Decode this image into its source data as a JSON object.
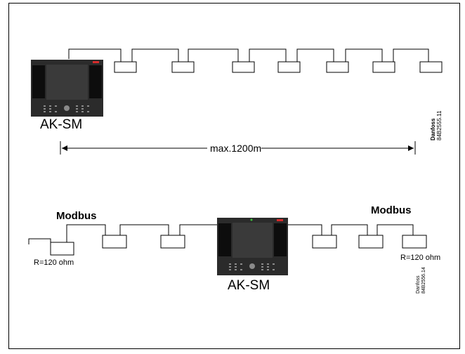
{
  "diagram_top": {
    "controller_label": "AK-SM",
    "distance_label": "max.1200m",
    "doc_ref_line1": "Danfoss",
    "doc_ref_line2": "84B2555.11"
  },
  "diagram_bottom": {
    "controller_label": "AK-SM",
    "bus_left_label": "Modbus",
    "bus_right_label": "Modbus",
    "termination_left": "R=120 ohm",
    "termination_right": "R=120 ohm",
    "doc_ref_line1": "Danfoss",
    "doc_ref_line2": "84B2556.14"
  },
  "colors": {
    "line": "#000000",
    "controller_body": "#2b2b2b",
    "accent": "#d42a2a",
    "led": "#3cbf3c"
  }
}
